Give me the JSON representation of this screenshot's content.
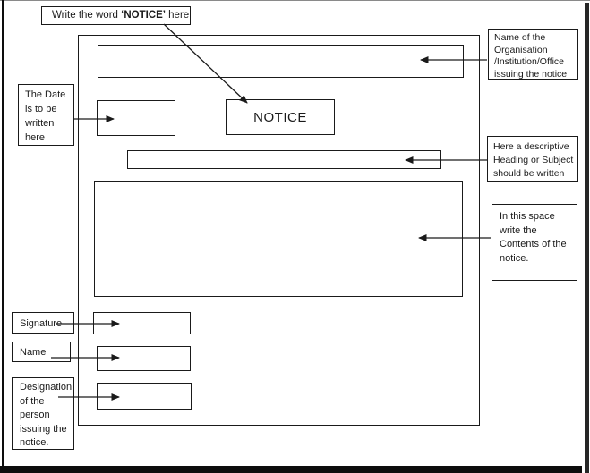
{
  "diagram": {
    "notice_word_callout": {
      "prefix": "Write the word ",
      "bold": "‘NOTICE’",
      "suffix": " here"
    },
    "date_callout": "The Date\nis to be\nwritten\nhere",
    "organisation_callout": "Name of the\nOrganisation\n/Institution/Office\nissuing the notice",
    "heading_callout": "Here a descriptive\nHeading or Subject\nshould be written",
    "contents_callout": "In this space\nwrite the\nContents of the\nnotice.",
    "signature_callout": "Signature",
    "name_callout": "Name",
    "designation_callout": "Designation\nof the\nperson\nissuing the\nnotice.",
    "notice_title": "NOTICE"
  },
  "colors": {
    "ink": "#1a1a1a",
    "page_bg": "#ffffff"
  }
}
